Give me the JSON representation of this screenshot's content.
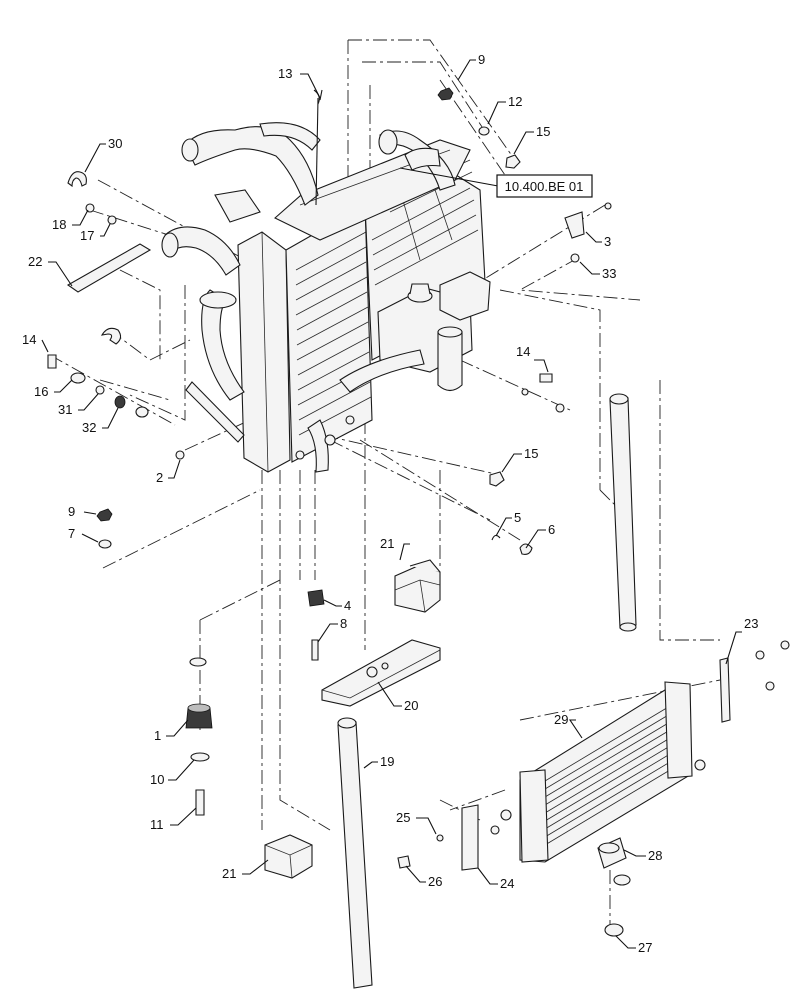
{
  "reference_label": "10.400.BE 01",
  "callouts": {
    "c1": "1",
    "c2": "2",
    "c3": "3",
    "c4": "4",
    "c5": "5",
    "c6": "6",
    "c7": "7",
    "c8": "8",
    "c9a": "9",
    "c9b": "9",
    "c10": "10",
    "c11": "11",
    "c12": "12",
    "c13": "13",
    "c14a": "14",
    "c14b": "14",
    "c15a": "15",
    "c15b": "15",
    "c16": "16",
    "c17": "17",
    "c18": "18",
    "c19": "19",
    "c20": "20",
    "c21a": "21",
    "c21b": "21",
    "c22": "22",
    "c23": "23",
    "c24": "24",
    "c25": "25",
    "c26": "26",
    "c27": "27",
    "c28": "28",
    "c29": "29",
    "c30": "30",
    "c31": "31",
    "c32": "32",
    "c33": "33"
  }
}
